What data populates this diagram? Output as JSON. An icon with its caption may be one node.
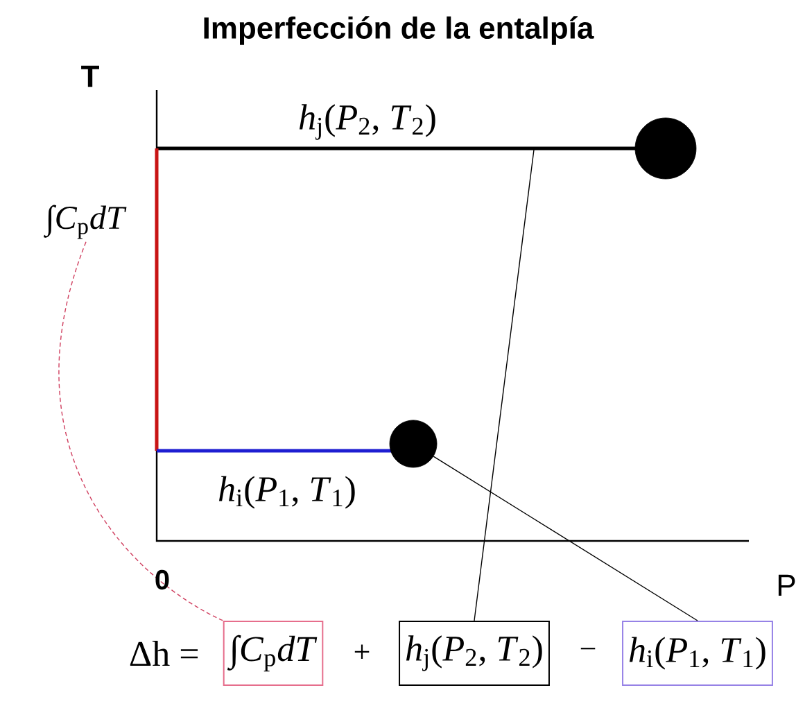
{
  "diagram": {
    "title": "Imperfección de la entalpía",
    "nodes": [
      {
        "text": [
          "∫*C*$_{p}$*dT*"
        ]
      },
      {
        "text": [],
        "shape": "circle"
      },
      {
        "text": [],
        "shape": "circle"
      },
      {
        "text": [
          "∫*C*$_{p}$*dT*"
        ]
      },
      {
        "text": [
          "*h*$_{j}$(*P*$_{2}$, *T*$_{2}$)"
        ]
      },
      {
        "text": [
          "*h*$_{i}$(*P*$_{1}$, *T*$_{1}$)"
        ]
      }
    ],
    "edges": [
      {
        "from": 0,
        "to": 3,
        "arrow": "none",
        "style": "dashed",
        "color": "#d04060"
      },
      {
        "from": 4,
        "to": null,
        "arrow": "none"
      },
      {
        "from": 5,
        "to": 2,
        "arrow": "none"
      }
    ],
    "labels": [
      "T",
      "*h*$_{j}$(*P*$_{2}$, *T*$_{2}$)",
      "*h*$_{i}$(*P*$_{1}$, *T*$_{1}$)",
      "0",
      "P",
      "Δh =",
      "+",
      "−"
    ]
  }
}
